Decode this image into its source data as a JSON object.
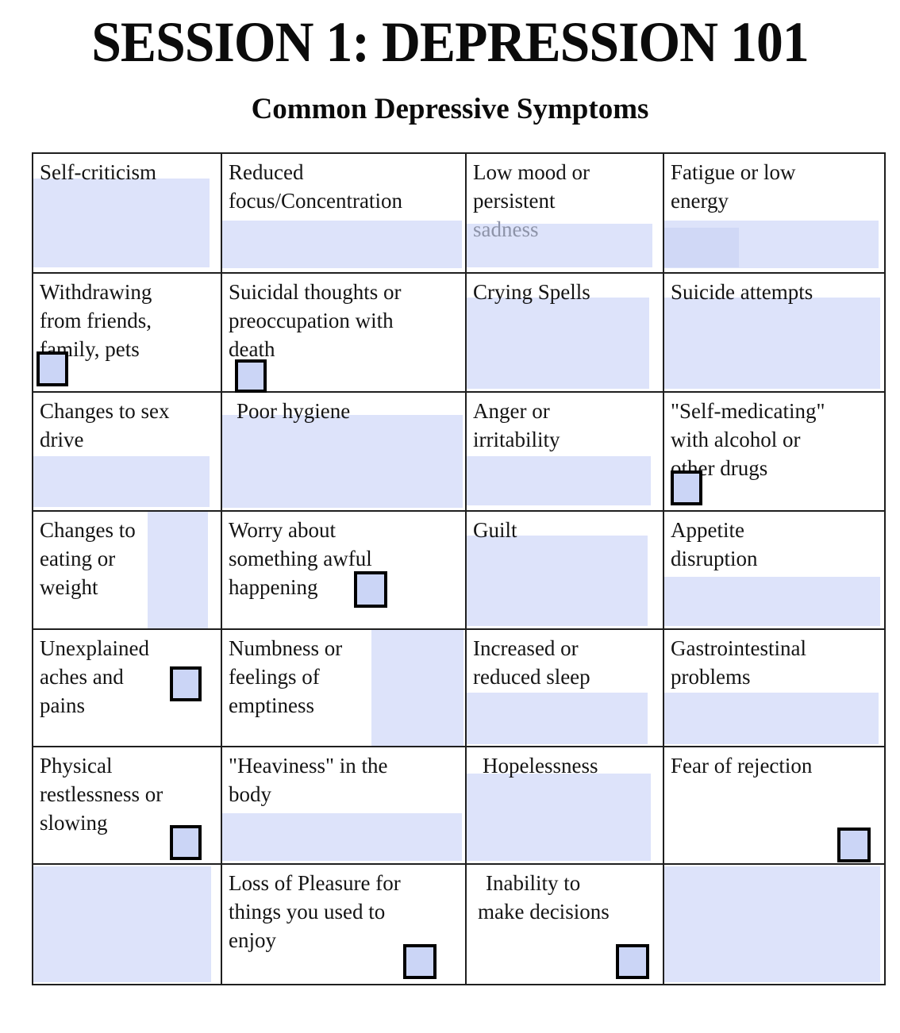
{
  "header": {
    "title": "SESSION 1: DEPRESSION 101",
    "subtitle": "Common Depressive Symptoms"
  },
  "colors": {
    "highlight": "#dde3fa",
    "highlight_dark": "#d0d8f6",
    "checkbox_fill": "#cbd5f6",
    "border": "#1f1f1f",
    "faded_text": "#8d93a8"
  },
  "table": {
    "cells": [
      {
        "label": "Self-criticism"
      },
      {
        "label": "Reduced\nfocus/Concentration"
      },
      {
        "label": "Low mood or\npersistent",
        "faded": "sadness"
      },
      {
        "label": "Fatigue or low\nenergy"
      },
      {
        "label": "Withdrawing\nfrom friends,\nfamily, pets"
      },
      {
        "label": "Suicidal thoughts or\npreoccupation with\ndeath"
      },
      {
        "label": "Crying Spells"
      },
      {
        "label": "Suicide attempts"
      },
      {
        "label": "Changes to sex\ndrive"
      },
      {
        "label": "Poor hygiene"
      },
      {
        "label": "Anger or\nirritability"
      },
      {
        "label": "\"Self-medicating\"\nwith alcohol or\nother drugs"
      },
      {
        "label": "Changes to\neating or\nweight"
      },
      {
        "label": "Worry about\nsomething awful\nhappening"
      },
      {
        "label": "Guilt"
      },
      {
        "label": "Appetite\ndisruption"
      },
      {
        "label": "Unexplained\naches and\npains"
      },
      {
        "label": "Numbness or\nfeelings of\nemptiness"
      },
      {
        "label": "Increased or\nreduced sleep"
      },
      {
        "label": "Gastrointestinal\nproblems"
      },
      {
        "label": "Physical\nrestlessness or\nslowing"
      },
      {
        "label": "\"Heaviness\" in the\nbody"
      },
      {
        "label": "Hopelessness"
      },
      {
        "label": "Fear of rejection"
      },
      {
        "label": ""
      },
      {
        "label": "Loss of Pleasure for\nthings you used to\nenjoy"
      },
      {
        "label": "Inability to\nmake decisions"
      },
      {
        "label": ""
      }
    ]
  }
}
